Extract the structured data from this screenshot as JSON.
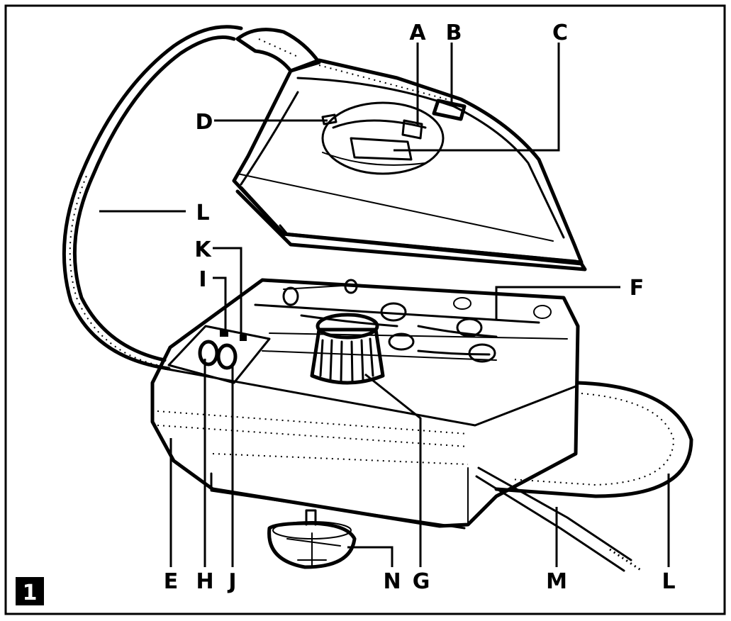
{
  "figure": {
    "number": "1",
    "labels": {
      "A": "A",
      "B": "B",
      "C": "C",
      "D": "D",
      "E": "E",
      "F": "F",
      "G": "G",
      "H": "H",
      "I": "I",
      "J": "J",
      "K": "K",
      "L_cord": "L",
      "L_tray": "L",
      "M": "M",
      "N": "N"
    }
  }
}
